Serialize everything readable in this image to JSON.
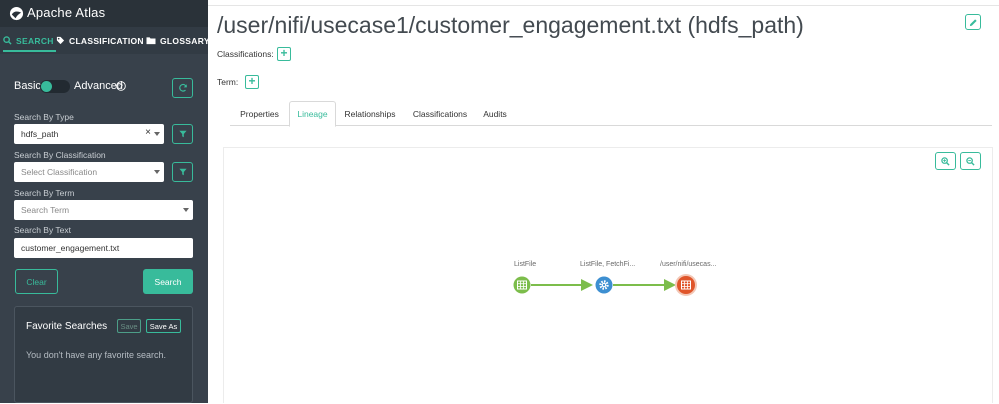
{
  "app": {
    "title": "Apache Atlas"
  },
  "nav": {
    "search": "SEARCH",
    "classification": "CLASSIFICATION",
    "glossary": "GLOSSARY"
  },
  "search": {
    "basic_label": "Basic",
    "advanced_label": "Advanced",
    "type_label": "Search By Type",
    "type_value": "hdfs_path",
    "classification_label": "Search By Classification",
    "classification_placeholder": "Select Classification",
    "term_label": "Search By Term",
    "term_placeholder": "Search Term",
    "text_label": "Search By Text",
    "text_value": "customer_engagement.txt",
    "clear_label": "Clear",
    "search_label": "Search"
  },
  "favorites": {
    "title": "Favorite Searches",
    "save_label": "Save",
    "save_as_label": "Save As",
    "empty_text": "You don't have any favorite search."
  },
  "entity": {
    "title": "/user/nifi/usecase1/customer_engagement.txt (hdfs_path)",
    "classifications_label": "Classifications:",
    "term_label": "Term:"
  },
  "tabs": [
    {
      "label": "Properties",
      "active": false
    },
    {
      "label": "Lineage",
      "active": true
    },
    {
      "label": "Relationships",
      "active": false
    },
    {
      "label": "Classifications",
      "active": false
    },
    {
      "label": "Audits",
      "active": false
    }
  ],
  "lineage": {
    "nodes": [
      {
        "label": "ListFile",
        "icon": "table-icon",
        "color": "#7cbd4b"
      },
      {
        "label": "ListFile, FetchFi...",
        "icon": "gear-icon",
        "color": "#3d8fd1"
      },
      {
        "label": "/user/nifi/usecas...",
        "icon": "table-icon",
        "color": "#e0552a"
      }
    ],
    "edge_color": "#7cbd4b"
  },
  "colors": {
    "accent": "#38bb9b",
    "sidebar": "#38414b",
    "sidebar_header": "#2a3239"
  }
}
